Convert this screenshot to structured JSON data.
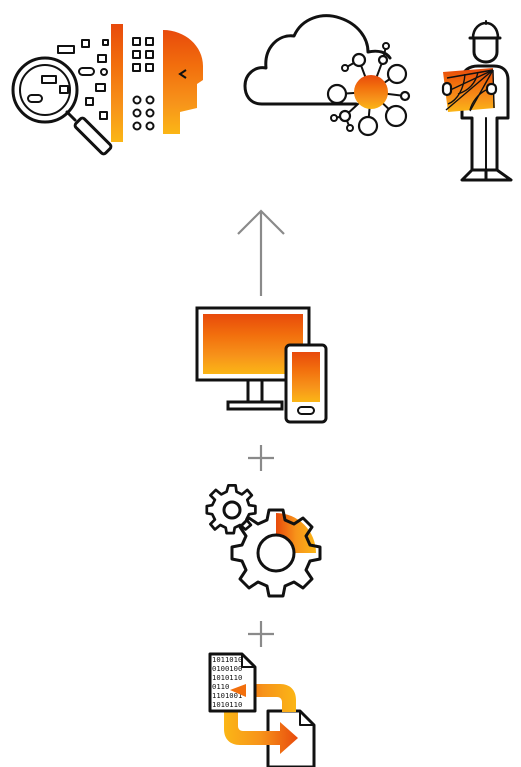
{
  "colors": {
    "ink": "#111111",
    "connector": "#8a8a8a",
    "accent_dark": "#e84a0c",
    "accent_mid": "#f26f0d",
    "accent_orange": "#f7931a",
    "accent_yellow": "#fbb616"
  },
  "icons": {
    "top_row": [
      "data-analysis-head-icon",
      "cloud-network-icon",
      "engineer-holding-web-icon"
    ],
    "connector": "arrow-up-icon",
    "stack": [
      "desktop-and-mobile-icon",
      "plus-icon",
      "gears-icon",
      "plus-icon",
      "document-conversion-icon"
    ]
  },
  "document": {
    "binary_lines": [
      "1011010",
      "0100100",
      "1010110",
      "0110",
      "1101001",
      "1010110"
    ]
  }
}
